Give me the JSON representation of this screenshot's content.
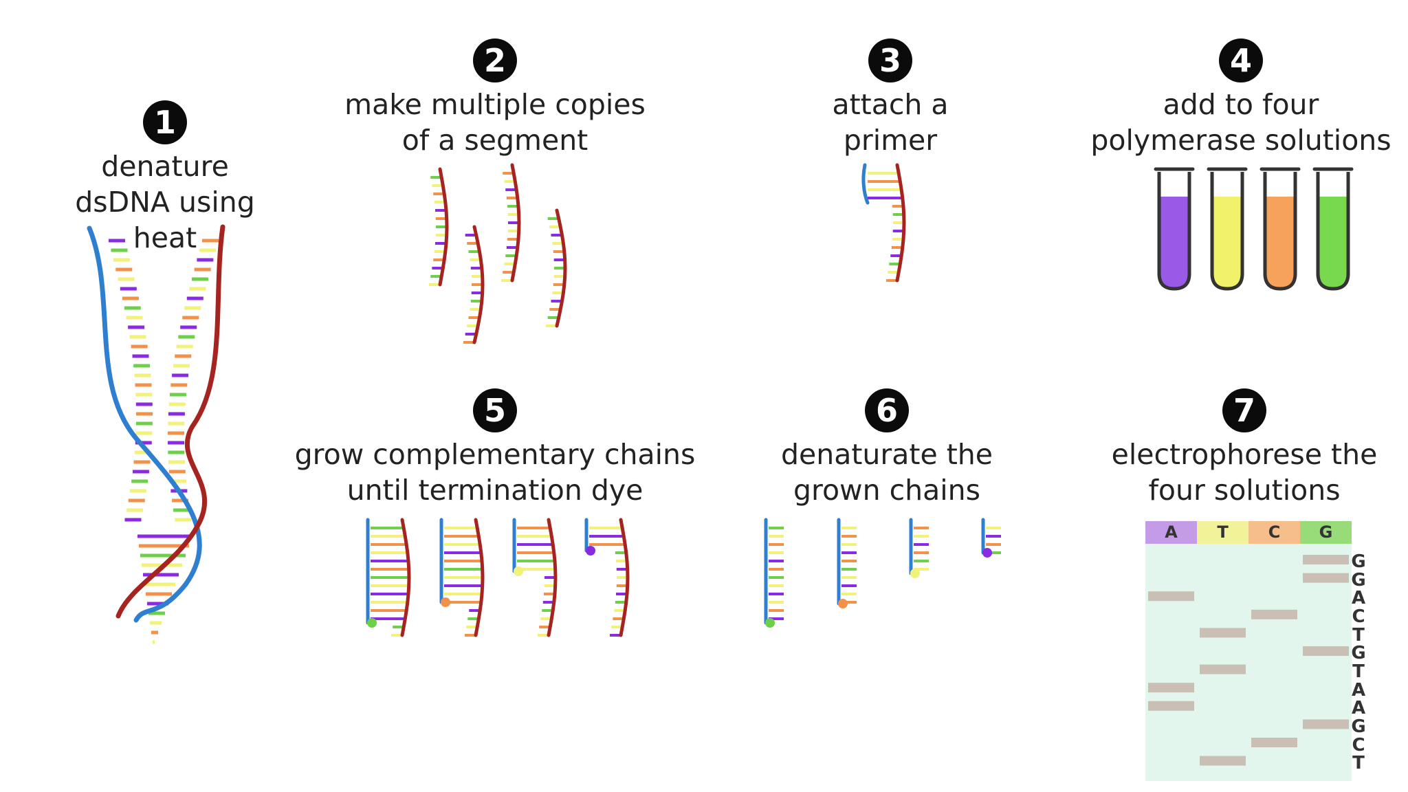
{
  "steps": [
    {
      "num": "1",
      "caption": "denature dsDNA using heat"
    },
    {
      "num": "2",
      "caption": "make multiple copies of a segment"
    },
    {
      "num": "3",
      "caption": "attach a primer"
    },
    {
      "num": "4",
      "caption": "add to four polymerase solutions"
    },
    {
      "num": "5",
      "caption": "grow complementary chains until termination dye"
    },
    {
      "num": "6",
      "caption": "denaturate the grown chains"
    },
    {
      "num": "7",
      "caption": "electrophorese the four solutions"
    }
  ],
  "colors": {
    "strand_blue": "#2f7fd0",
    "strand_red": "#a52420",
    "base_purple": "#8a2be2",
    "base_yellow": "#f2f27a",
    "base_orange": "#f2914a",
    "base_green": "#6ed04a",
    "gel_bg": "#e3f6ee",
    "gel_band": "#c9bfb4"
  },
  "tubes": [
    {
      "color": "#9b59e8"
    },
    {
      "color": "#f2f26a"
    },
    {
      "color": "#f6a25a"
    },
    {
      "color": "#78d84e"
    }
  ],
  "gel": {
    "lanes": [
      {
        "label": "A",
        "color": "#c39be6"
      },
      {
        "label": "T",
        "color": "#f2f29a"
      },
      {
        "label": "C",
        "color": "#f6be8a"
      },
      {
        "label": "G",
        "color": "#98dc7a"
      }
    ],
    "sequence": [
      "G",
      "G",
      "A",
      "C",
      "T",
      "G",
      "T",
      "A",
      "A",
      "G",
      "C",
      "T"
    ]
  }
}
